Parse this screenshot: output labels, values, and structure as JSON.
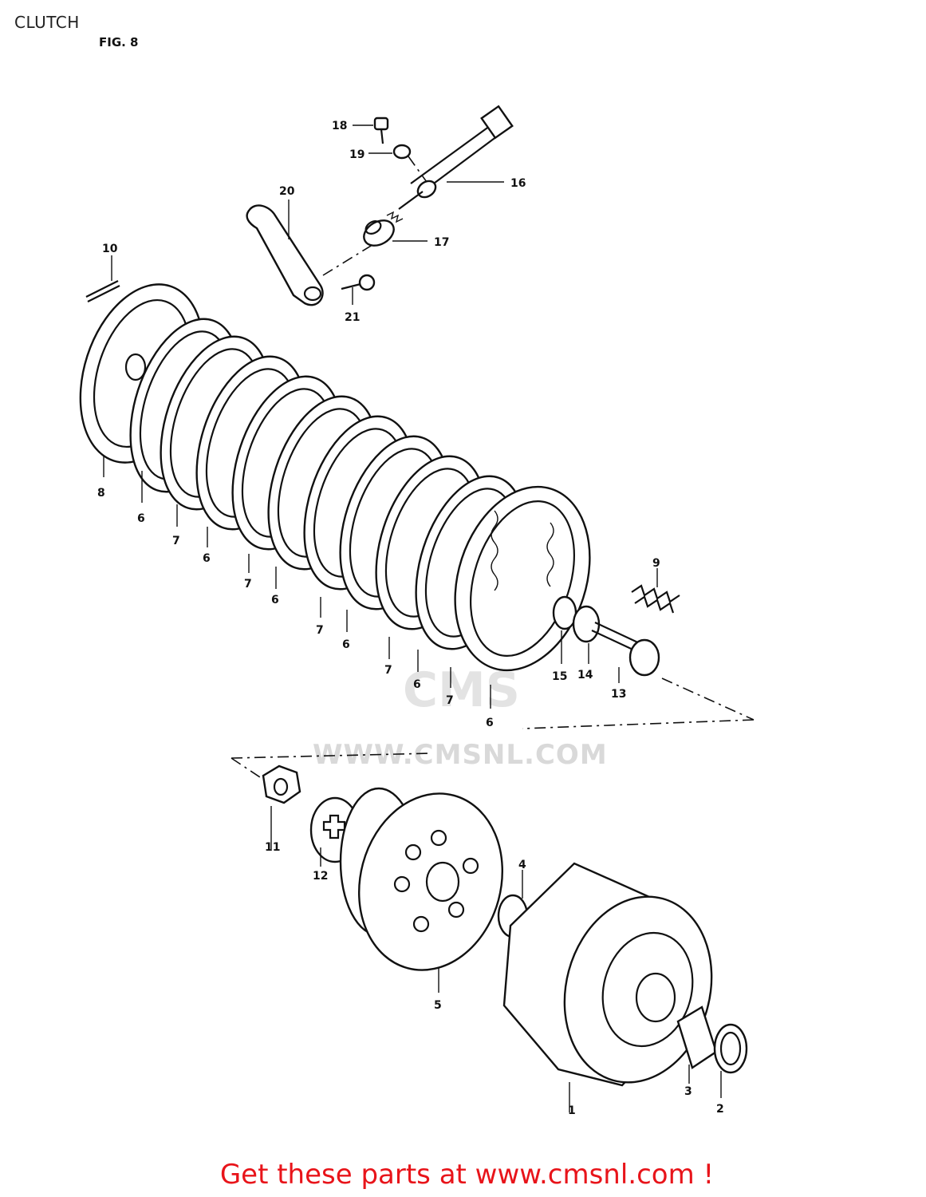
{
  "header": {
    "title": "CLUTCH",
    "figure": "FIG. 8"
  },
  "watermark": {
    "logo": "CMS",
    "url": "WWW.CMSNL.COM"
  },
  "callouts": {
    "c1": "1",
    "c2": "2",
    "c3": "3",
    "c4": "4",
    "c5": "5",
    "c6": "6",
    "c7": "7",
    "c8": "8",
    "c9": "9",
    "c10": "10",
    "c11": "11",
    "c12": "12",
    "c13": "13",
    "c14": "14",
    "c15": "15",
    "c16": "16",
    "c17": "17",
    "c18": "18",
    "c19": "19",
    "c20": "20",
    "c21": "21"
  },
  "footer": {
    "link_text": "Get these parts at www.cmsnl.com !"
  },
  "colors": {
    "link": "#e8141a",
    "ink": "#111111",
    "watermark": "#d9d9d9"
  }
}
